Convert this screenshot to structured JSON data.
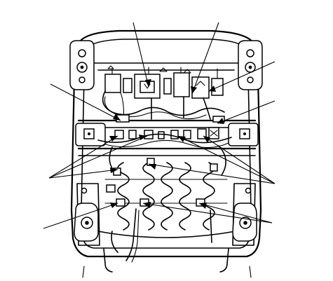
{
  "figure": {
    "background": "#ffffff",
    "stroke_color": "#000000",
    "subject": "seat-frame-wiring-harness",
    "callouts": [
      {
        "id": "callout-top-left-connector"
      },
      {
        "id": "callout-top-right-connector"
      },
      {
        "id": "callout-right-upper-module"
      },
      {
        "id": "callout-left-upper-clip"
      },
      {
        "id": "callout-right-mid-clip"
      },
      {
        "id": "callout-left-harness-clips"
      },
      {
        "id": "callout-right-harness-clips"
      },
      {
        "id": "callout-left-lower-clip"
      },
      {
        "id": "callout-right-lower-clips"
      }
    ]
  }
}
